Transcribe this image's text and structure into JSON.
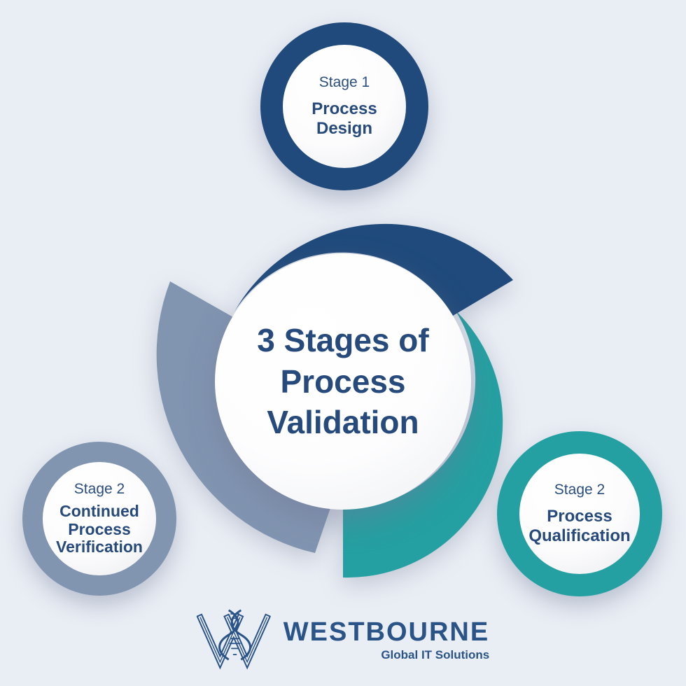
{
  "palette": {
    "background": "#E9EDF4",
    "navy": "#1F4A7B",
    "teal": "#25A0A2",
    "slate": "#8194B0",
    "text_navy": "#274A7C",
    "logo_blue": "#2A5388"
  },
  "center": {
    "title": "3 Stages of\nProcess\nValidation"
  },
  "stages": [
    {
      "stage_label": "Stage 1",
      "name": "Process\nDesign"
    },
    {
      "stage_label": "Stage 2",
      "name": "Continued\nProcess\nVerification"
    },
    {
      "stage_label": "Stage 2",
      "name": "Process\nQualification"
    }
  ],
  "logo": {
    "brand": "WESTBOURNE",
    "tagline": "Global IT Solutions"
  }
}
